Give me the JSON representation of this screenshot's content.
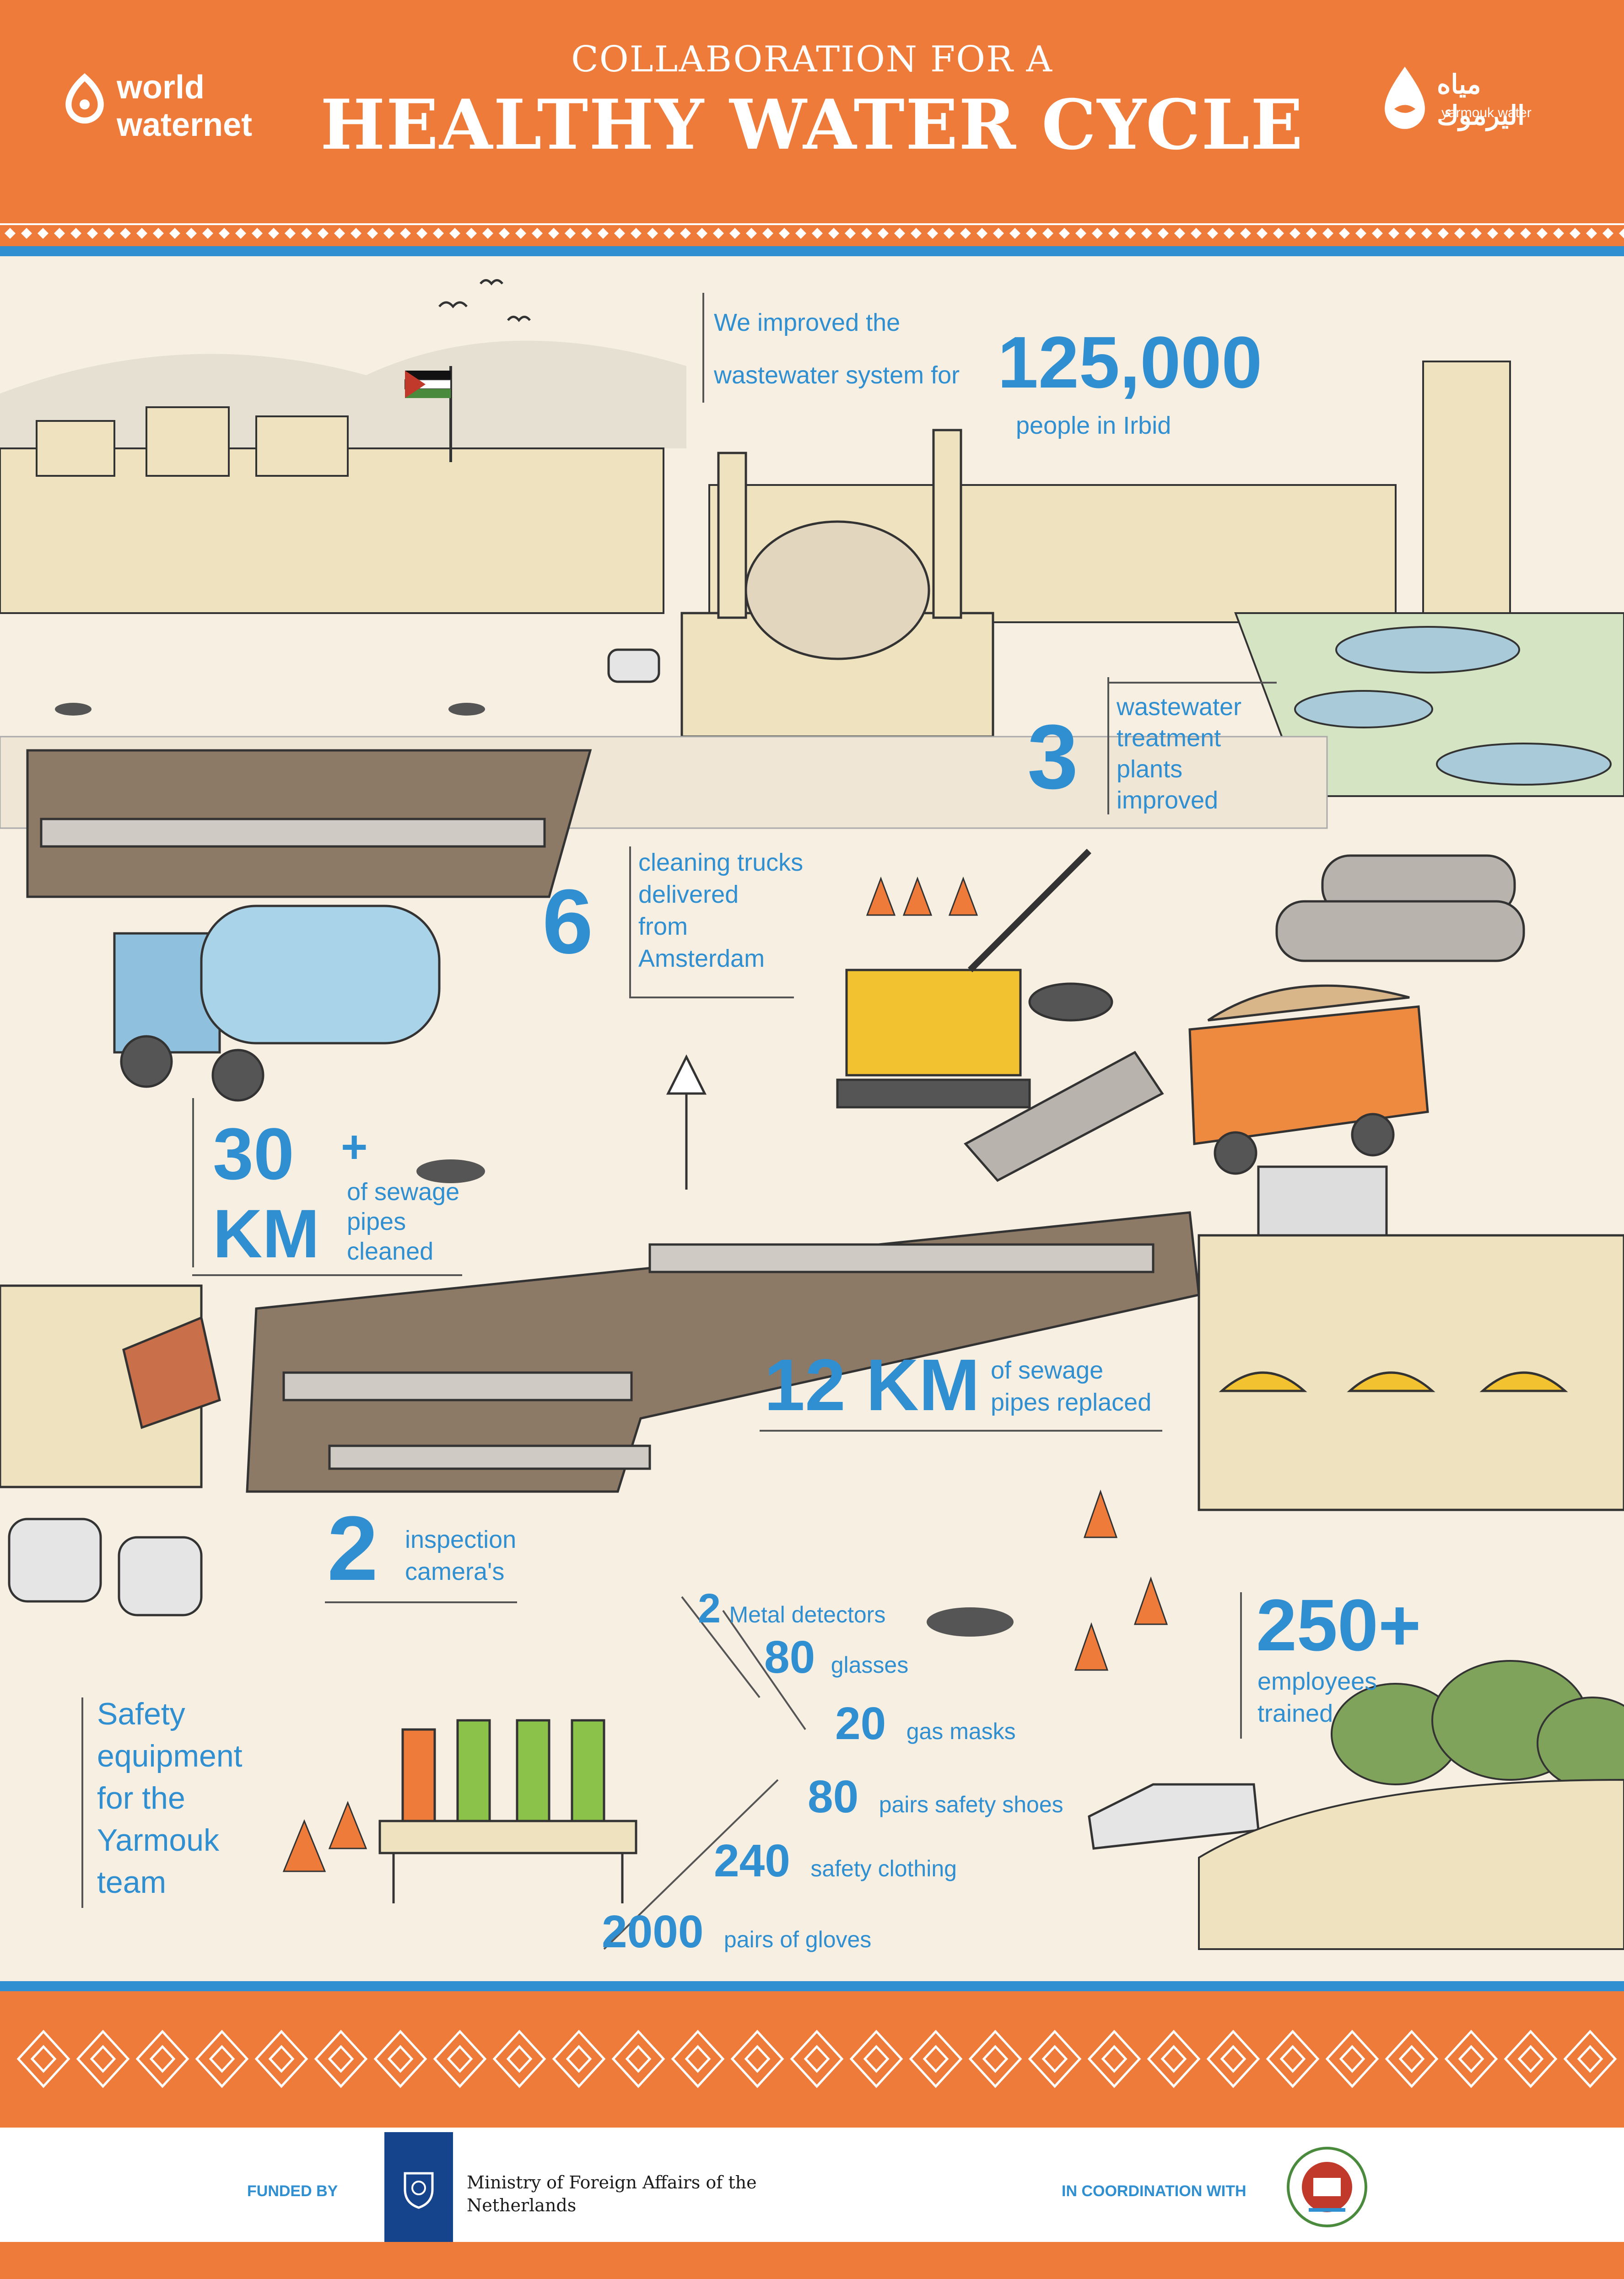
{
  "header": {
    "title_line1": "COLLABORATION FOR A",
    "title_line2": "HEALTHY WATER CYCLE",
    "logo_left_line1": "world",
    "logo_left_line2": "waternet",
    "logo_right_arabic": "مياه اليرموك",
    "logo_right_latin": "yarmouk water"
  },
  "stats": {
    "people": {
      "line1": "We improved  the",
      "line2": "wastewater system for",
      "number": "125,000",
      "suffix": "people in Irbid"
    },
    "plants": {
      "number": "3",
      "label1": "wastewater",
      "label2": "treatment",
      "label3": "plants",
      "label4": "improved"
    },
    "trucks": {
      "number": "6",
      "label1": "cleaning trucks",
      "label2": "delivered",
      "label3": "from",
      "label4": "Amsterdam"
    },
    "pipes_cleaned": {
      "number_top": "30",
      "plus": "+",
      "number_bottom": "KM",
      "label1": "of sewage",
      "label2": "pipes",
      "label3": "cleaned"
    },
    "pipes_replaced": {
      "number": "12 KM",
      "label1": "of sewage",
      "label2": "pipes replaced"
    },
    "cameras": {
      "number": "2",
      "label1": "inspection",
      "label2": "camera's"
    },
    "employees": {
      "number": "250+",
      "label1": "employees",
      "label2": "trained"
    },
    "safety": {
      "line1": "Safety",
      "line2": "equipment",
      "line3": "for the",
      "line4": "Yarmouk",
      "line5": "team"
    }
  },
  "equipment": [
    {
      "number": "2",
      "label": "Metal detectors"
    },
    {
      "number": "80",
      "label": "glasses"
    },
    {
      "number": "20",
      "label": "gas masks"
    },
    {
      "number": "80",
      "label": "pairs safety shoes"
    },
    {
      "number": "240",
      "label": "safety clothing"
    },
    {
      "number": "2000",
      "label": "pairs of gloves"
    }
  ],
  "footer": {
    "funded_by": "FUNDED BY",
    "ministry_line1": "Ministry of Foreign Affairs of the",
    "ministry_line2": "Netherlands",
    "coordination": "IN COORDINATION WITH"
  },
  "colors": {
    "orange": "#ee7b3a",
    "blue": "#2f8fd1",
    "cream": "#f7efe2"
  }
}
